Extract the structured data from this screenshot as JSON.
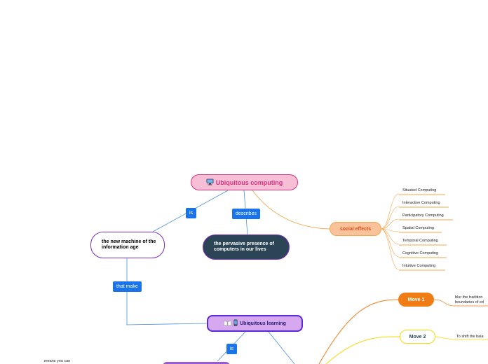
{
  "root": {
    "icon": "monitor-icon",
    "label": "Ubiquitous computing",
    "color": "#d63384",
    "fill": "#f7bfd6"
  },
  "nodes": {
    "machine": "the new machine of the information age",
    "presence": "the pervasive presence of computers in our lives",
    "social": "social effects",
    "learning": {
      "icons": [
        "book-icon",
        "phone-icon"
      ],
      "label": "Ubiquitous learning"
    },
    "move1": "Move 1",
    "move2": "Move 2"
  },
  "relations": {
    "is": "is",
    "describes": "describes",
    "that_make": "that make",
    "is2": "is"
  },
  "social_items": [
    "Situated Computing",
    "Interactive Computing",
    "Participatory Computing",
    "Spatial Computing",
    "Temporal Computing",
    "Cognitive Computing",
    "Intuitive Computing"
  ],
  "move1_text_1": "blur the tradition",
  "move1_text_2": "boundaries of ed",
  "move2_text": "To shift the bala",
  "bottom_note": "means you can",
  "colors": {
    "orange": "#f5a54a",
    "move1": "#f07c16",
    "move2": "#f5d90a",
    "purple": "#7b2fbf",
    "dark": "#2b4556",
    "tag": "#1a73e8"
  }
}
